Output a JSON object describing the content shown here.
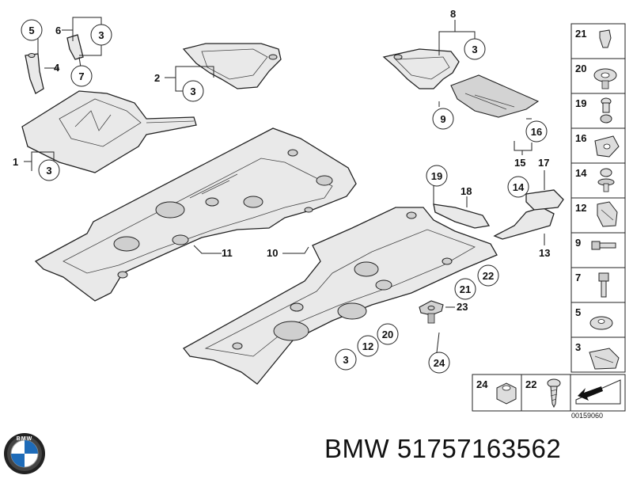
{
  "diagram": {
    "reference_code": "00159060",
    "callouts": {
      "c1": "1",
      "c2": "2",
      "c3a": "3",
      "c3b": "3",
      "c3c": "3",
      "c3d": "3",
      "c3e": "3",
      "c4": "4",
      "c5": "5",
      "c6": "6",
      "c7": "7",
      "c8": "8",
      "c9": "9",
      "c10": "10",
      "c11": "11",
      "c12": "12",
      "c13": "13",
      "c14": "14",
      "c15": "15",
      "c16": "16",
      "c17": "17",
      "c18": "18",
      "c19": "19",
      "c20": "20",
      "c21": "21",
      "c22": "22",
      "c23": "23",
      "c24": "24"
    },
    "legend": [
      {
        "num": "21",
        "icon": "push-rivet-icon"
      },
      {
        "num": "20",
        "icon": "expanding-rivet-icon"
      },
      {
        "num": "19",
        "icon": "plug-rivet-icon"
      },
      {
        "num": "16",
        "icon": "clip-nut-icon"
      },
      {
        "num": "14",
        "icon": "collar-screw-icon"
      },
      {
        "num": "12",
        "icon": "spring-clip-icon"
      },
      {
        "num": "9",
        "icon": "hex-bolt-icon"
      },
      {
        "num": "7",
        "icon": "flange-bolt-icon"
      },
      {
        "num": "5",
        "icon": "washer-icon"
      },
      {
        "num": "3",
        "icon": "speed-nut-icon"
      }
    ],
    "bottom_legend": [
      {
        "num": "24",
        "icon": "hex-nut-icon"
      },
      {
        "num": "22",
        "icon": "self-tapping-screw-icon"
      }
    ]
  },
  "brand": {
    "title": "BMW 51757163562",
    "logo_text": "BMW"
  },
  "colors": {
    "panel": "#e9e9e9",
    "panel_dark": "#d3d3d3",
    "line": "#222222"
  }
}
